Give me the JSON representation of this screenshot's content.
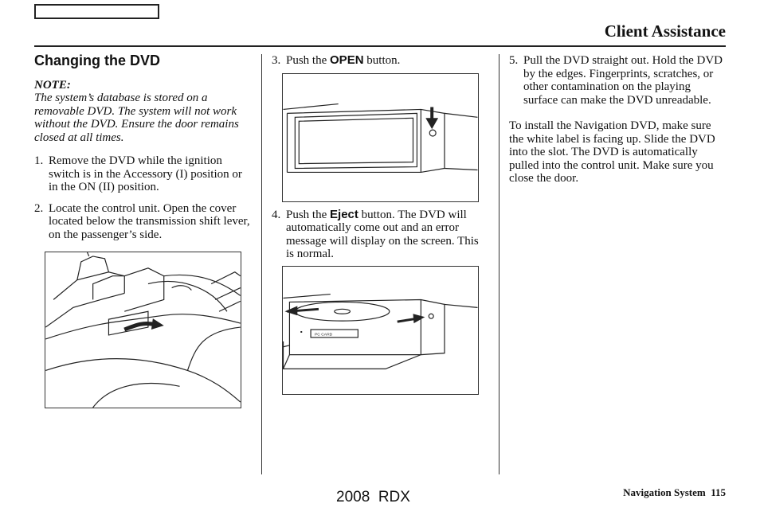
{
  "header": {
    "section_title": "Client Assistance"
  },
  "col1": {
    "heading": "Changing the DVD",
    "note_label": "NOTE:",
    "note_text": "The system’s database is stored on a removable DVD. The system will not work without the DVD. Ensure the door remains closed at all times.",
    "step1_num": "1.",
    "step1_text": "Remove the DVD while the ignition switch is in the Accessory (I) position or in the ON (II) position.",
    "step2_num": "2.",
    "step2_text": "Locate the control unit. Open the cover located below the transmission shift lever, on the passenger’s side."
  },
  "col2": {
    "step3_num": "3.",
    "step3_pre": "Push the ",
    "step3_button": "OPEN",
    "step3_post": " button.",
    "step4_num": "4.",
    "step4_pre": "Push the ",
    "step4_button": "Eject",
    "step4_post": " button. The DVD will automatically come out and an error message will display on the screen. This is normal."
  },
  "col3": {
    "step5_num": "5.",
    "step5_text": "Pull the DVD straight out. Hold the DVD by the edges. Fingerprints, scratches, or other contamination on the playing surface can make the DVD unreadable.",
    "install_text": "To install the Navigation DVD, make sure the white label is facing up. Slide the DVD into the slot. The DVD is automatically pulled into the control unit. Make sure you close the door."
  },
  "figures": {
    "dvd_label_text": "PC CARD"
  },
  "footer": {
    "system_name": "Navigation System",
    "page_number": "115",
    "model": "2008  RDX"
  }
}
